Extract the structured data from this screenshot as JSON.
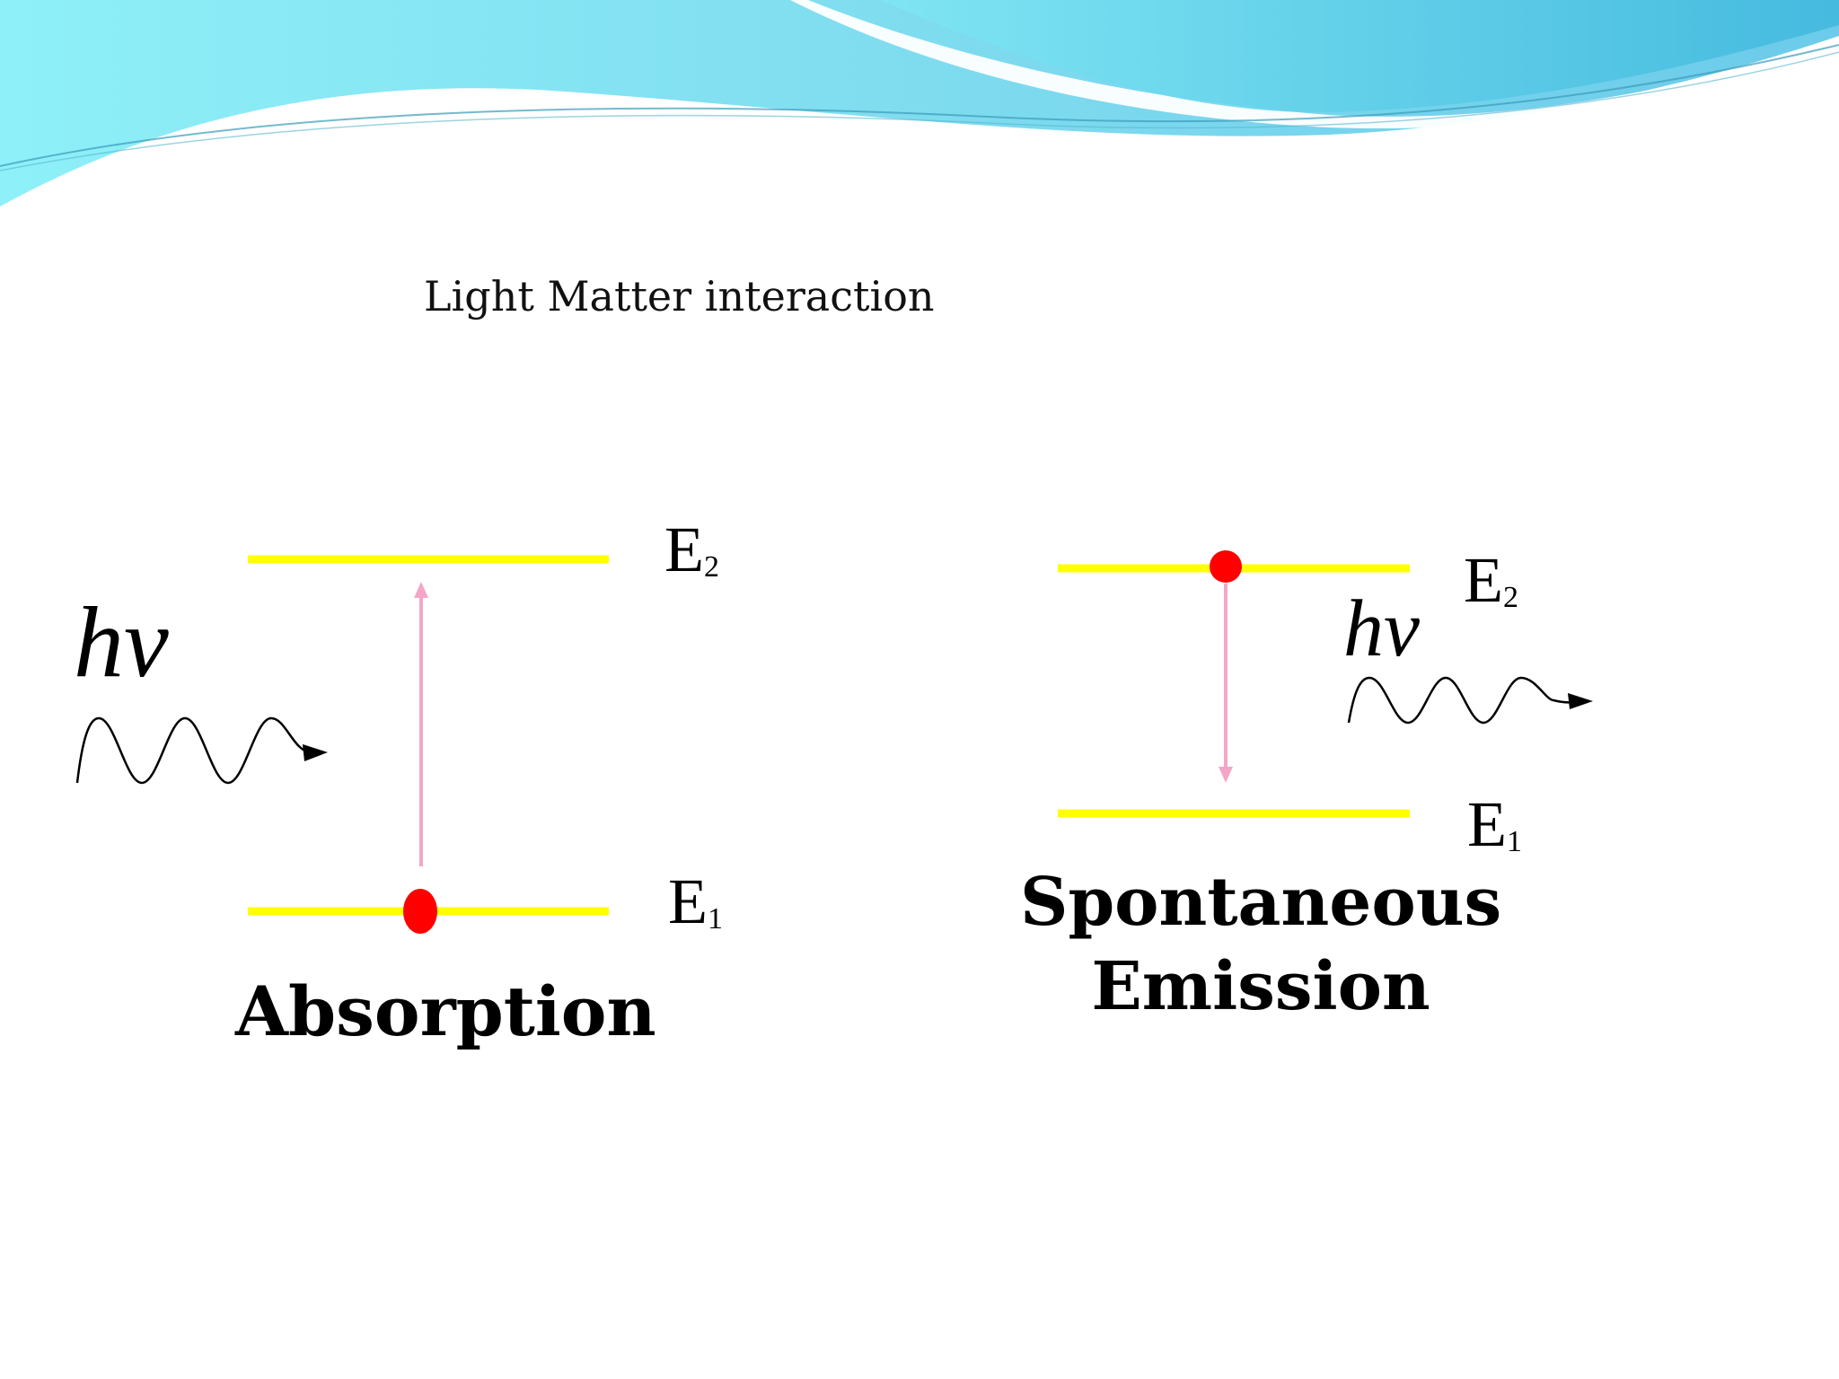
{
  "slide": {
    "title": "Light Matter interaction"
  },
  "absorption": {
    "caption": "Absorption",
    "upper_level": "E",
    "upper_level_sub": "2",
    "lower_level": "E",
    "lower_level_sub": "1",
    "photon_label": "hν"
  },
  "spontaneous_emission": {
    "caption_line1": "Spontaneous",
    "caption_line2": "Emission",
    "upper_level": "E",
    "upper_level_sub": "2",
    "lower_level": "E",
    "lower_level_sub": "1",
    "photon_label": "hν"
  },
  "colors": {
    "energy_level": "#ffff00",
    "electron": "#ff0000",
    "transition_arrow": "#f4a6c8",
    "header_wave_light": "#8be9f5",
    "header_wave_mid": "#5fd0e6",
    "header_wave_dark": "#3bb5d6"
  }
}
